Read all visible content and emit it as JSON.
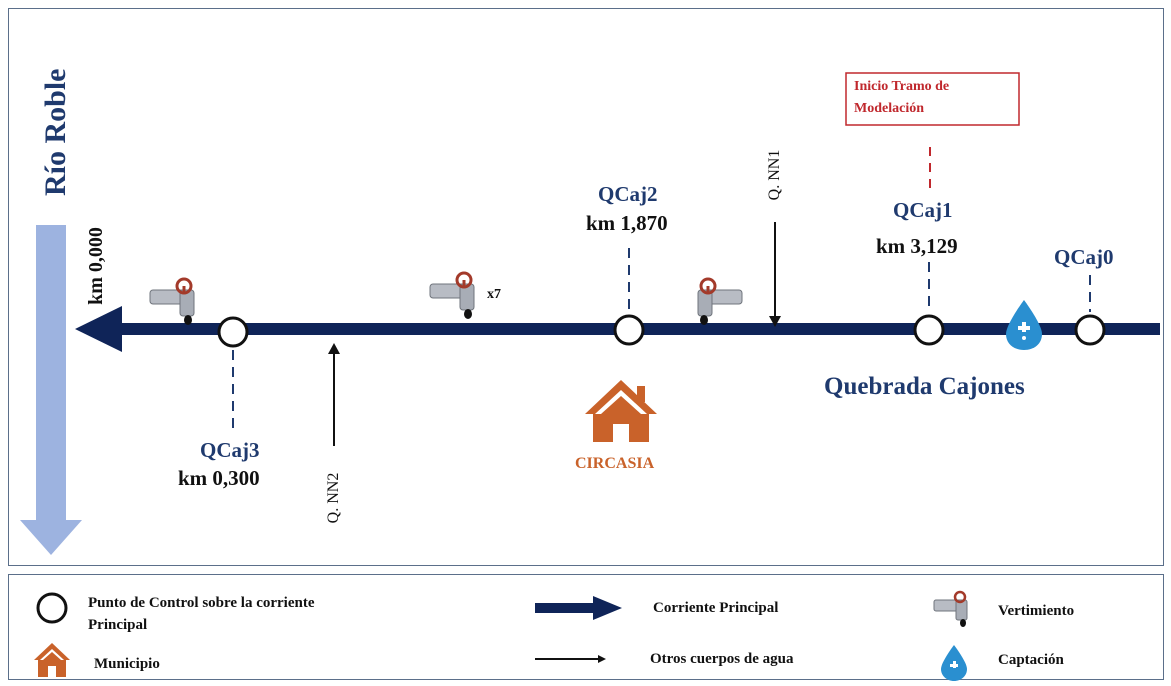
{
  "diagram": {
    "river_name": "Río Roble",
    "km_start": "km 0,000",
    "stream_name": "Quebrada Cajones",
    "modeling_start": [
      "Inicio Tramo de",
      "Modelación"
    ],
    "multiplier": "x7",
    "town": "CIRCASIA",
    "tributaries": [
      "Q. NN1",
      "Q. NN2"
    ],
    "control_points": [
      {
        "id": "QCaj3",
        "km": "km 0,300"
      },
      {
        "id": "QCaj2",
        "km": "km 1,870"
      },
      {
        "id": "QCaj1",
        "km": "km 3,129"
      },
      {
        "id": "QCaj0",
        "km": ""
      }
    ]
  },
  "legend": {
    "control_point": [
      "Punto de Control sobre la corriente",
      "Principal"
    ],
    "main_stream": "Corriente Principal",
    "discharge": "Vertimiento",
    "municipality": "Municipio",
    "other_water": "Otros cuerpos de agua",
    "intake": "Captación"
  },
  "colors": {
    "main_stream": "#0f2458",
    "river": "#9db3e0",
    "town": "#c9622a",
    "intake": "#2a8fd0",
    "modeling_box": "#c0282d"
  }
}
